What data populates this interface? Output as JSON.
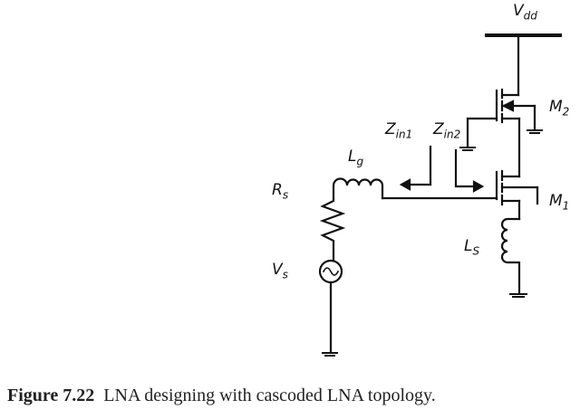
{
  "labels": {
    "vdd": {
      "main": "V",
      "sub": "dd"
    },
    "m2": {
      "main": "M",
      "sub": "2"
    },
    "m1": {
      "main": "M",
      "sub": "1"
    },
    "zin1": {
      "main": "Z",
      "sub": "in1"
    },
    "zin2": {
      "main": "Z",
      "sub": "in2"
    },
    "lg": {
      "main": "L",
      "sub": "g"
    },
    "rs": {
      "main": "R",
      "sub": "s"
    },
    "vs": {
      "main": "V",
      "sub": "s"
    },
    "ls": {
      "main": "L",
      "sub": "S"
    }
  },
  "caption": {
    "number": "Figure 7.22",
    "text": "LNA designing with cascoded LNA topology."
  }
}
